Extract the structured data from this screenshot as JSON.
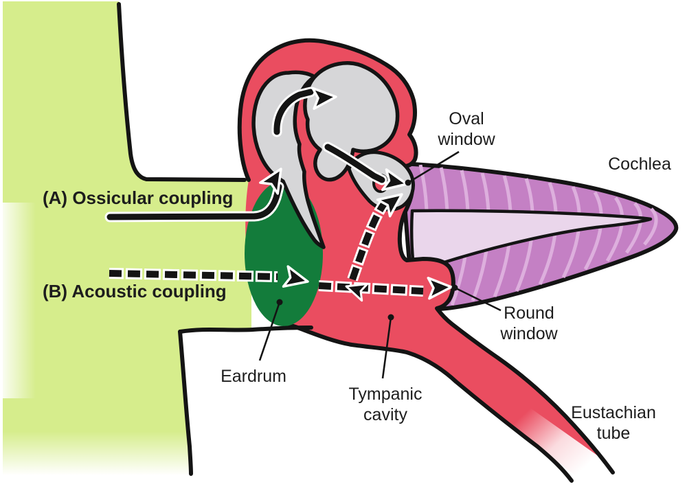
{
  "diagram": {
    "type": "ear-anatomy-sound-coupling-diagram",
    "labels": {
      "coupling_a": "(A) Ossicular coupling",
      "coupling_b": "(B) Acoustic coupling",
      "oval_window": "Oval\nwindow",
      "cochlea": "Cochlea",
      "round_window": "Round\nwindow",
      "eardrum": "Eardrum",
      "tympanic_cavity": "Tympanic\ncavity",
      "eustachian_tube": "Eustachian\ntube"
    },
    "colors": {
      "canal": "#d6ed8c",
      "eardrum": "#137c3b",
      "middle_ear": "#ea4d60",
      "ossicles": "#d6d6d8",
      "cochlea": "#c480c4",
      "cochlea_stripe": "#ddafdd",
      "cochlea_inner": "#ead6eb",
      "outline": "#141414",
      "text": "#1d1d1d"
    }
  }
}
